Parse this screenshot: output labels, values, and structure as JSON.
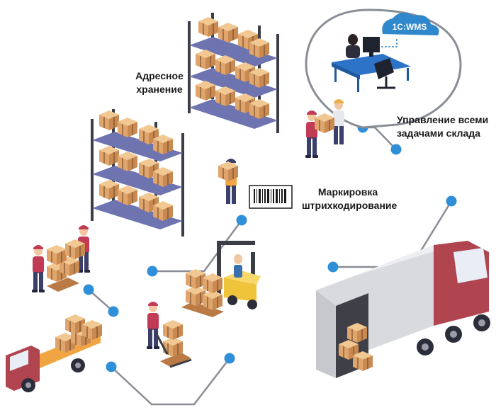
{
  "cloud_label": "1C:WMS",
  "captions": {
    "address_storage": [
      "Адресное",
      "хранение"
    ],
    "task_management": [
      "Управление всеми",
      "задачами склада"
    ],
    "barcode_marking": [
      "Маркировка",
      "штрихкодирование"
    ]
  },
  "colors": {
    "connector": "#8a8d96",
    "node": "#2f8fd8",
    "rack": "#3b3d47",
    "shelf": "#6d74b0",
    "box": "#e6b07a",
    "truck_cab": "#b04550",
    "trailer": "#d9dade",
    "cloud": "#2f87cc",
    "worker_uniform": "#3a3f6b"
  }
}
